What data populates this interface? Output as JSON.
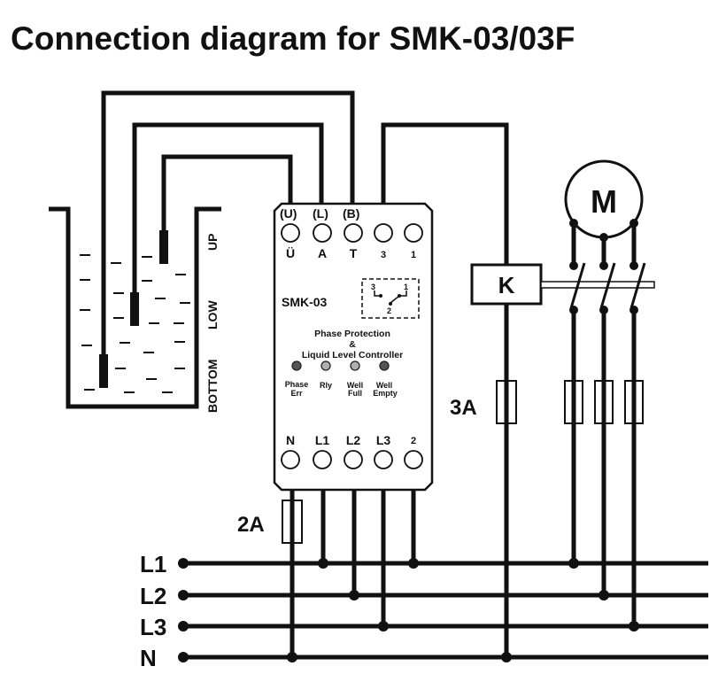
{
  "title": "Connection diagram for  SMK-03/03F",
  "tank": {
    "levels": [
      "UP",
      "LOW",
      "BOTTOM"
    ]
  },
  "device": {
    "model": "SMK-03",
    "top_codes": [
      "(U)",
      "(L)",
      "(B)"
    ],
    "top_terminals": [
      "Ü",
      "A",
      "T",
      "3",
      "1"
    ],
    "relay_labels": [
      "3",
      "1",
      "2"
    ],
    "desc_line1": "Phase Protection",
    "desc_line2": "&",
    "desc_line3": "Liquid Level Controller",
    "leds": [
      {
        "label1": "Phase",
        "label2": "Err",
        "color": "#555555"
      },
      {
        "label1": "Rly",
        "label2": "",
        "color": "#b0b0b0"
      },
      {
        "label1": "Well",
        "label2": "Full",
        "color": "#b0b0b0"
      },
      {
        "label1": "Well",
        "label2": "Empty",
        "color": "#555555"
      }
    ],
    "bottom_terminals": [
      "N",
      "L1",
      "L2",
      "L3",
      "2"
    ]
  },
  "contactor": "K",
  "motor": "M",
  "fuses": {
    "control": "3A",
    "device": "2A"
  },
  "buses": [
    "L1",
    "L2",
    "L3",
    "N"
  ]
}
